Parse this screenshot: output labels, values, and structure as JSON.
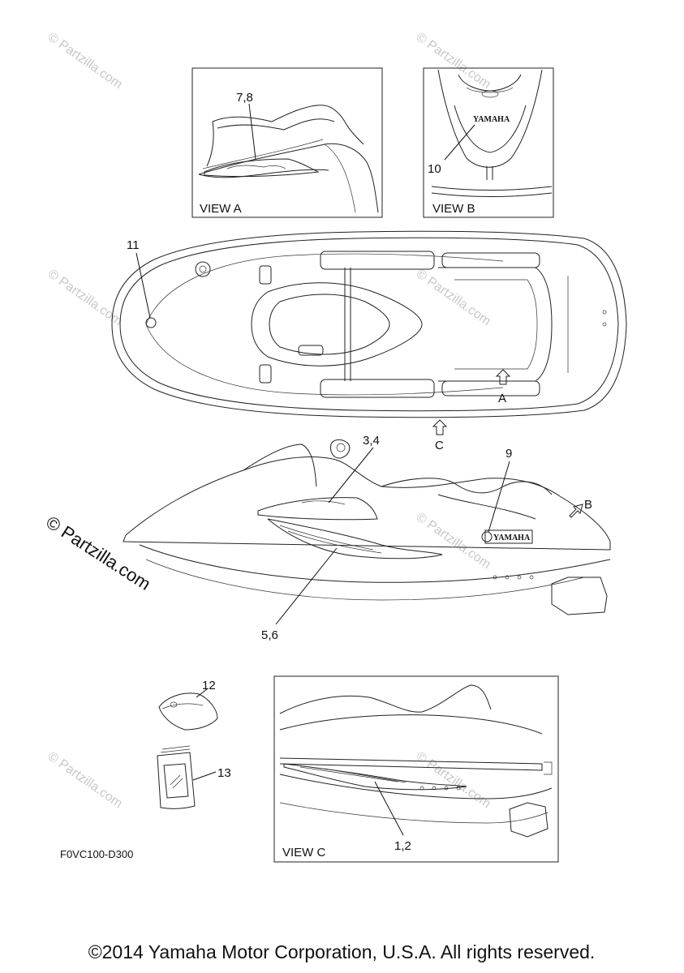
{
  "views": {
    "a": "VIEW A",
    "b": "VIEW B",
    "c": "VIEW C"
  },
  "arrows": {
    "a": "A",
    "b": "B",
    "c": "C"
  },
  "callouts": {
    "c78": "7,8",
    "c10": "10",
    "c11": "11",
    "c34": "3,4",
    "c9": "9",
    "c56": "5,6",
    "c12": "12",
    "c13": "13",
    "c12b": "1,2"
  },
  "brand_decal": "YAMAHA",
  "diagram_code": "F0VC100-D300",
  "watermark": {
    "small": "© Partzilla.com",
    "large": "© Partzilla.com"
  },
  "footer": "©2014 Yamaha Motor Corporation, U.S.A. All rights reserved."
}
